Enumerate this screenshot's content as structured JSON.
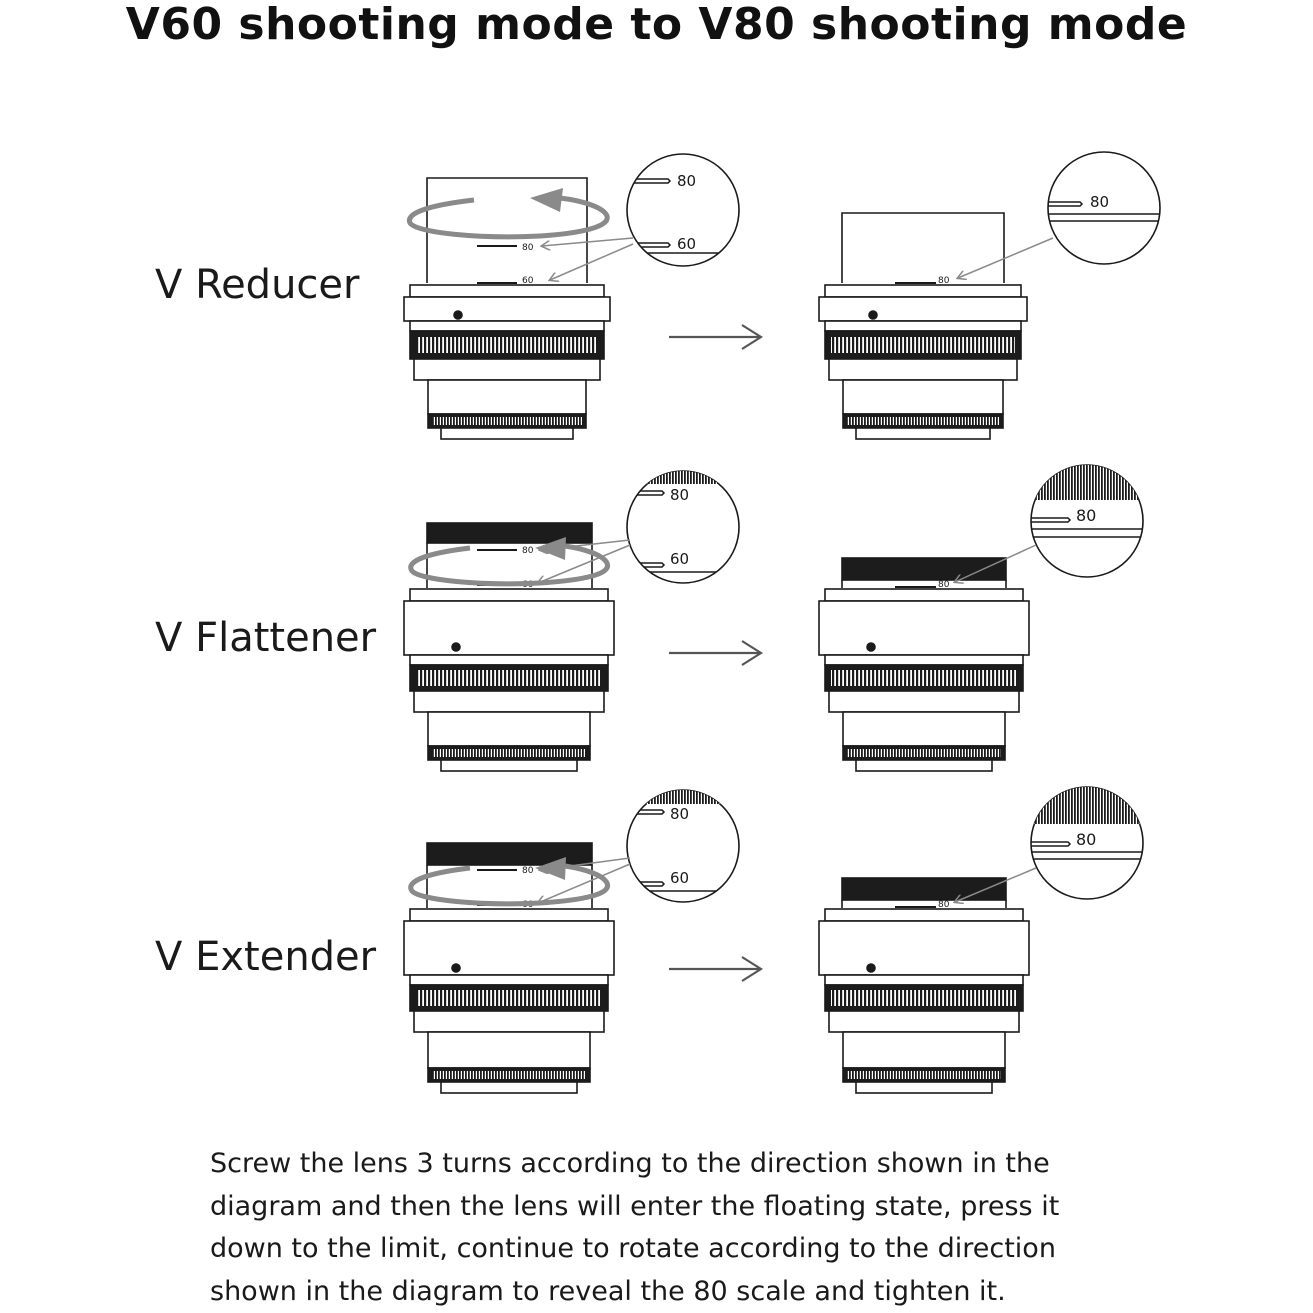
{
  "title": "V60 shooting mode to V80 shooting mode",
  "rows": [
    {
      "label": "V Reducer"
    },
    {
      "label": "V Flattener"
    },
    {
      "label": "V Extender"
    }
  ],
  "scale_labels": {
    "high": "80",
    "low": "60"
  },
  "caption_lines": [
    "Screw the lens 3 turns according to the direction shown in the",
    "diagram and then the lens will enter the floating state, press it",
    "down to the limit, continue to rotate according to the direction",
    "shown in the diagram to reveal the 80 scale  and tighten it."
  ],
  "colors": {
    "line": "#1a1a1a",
    "arrow": "#8a8a8a",
    "dark": "#1c1c1c"
  },
  "icons": {
    "step_arrow": "right-arrow-icon",
    "rotate": "rotate-arrow-icon",
    "zoom": "magnifier-callout-icon"
  }
}
